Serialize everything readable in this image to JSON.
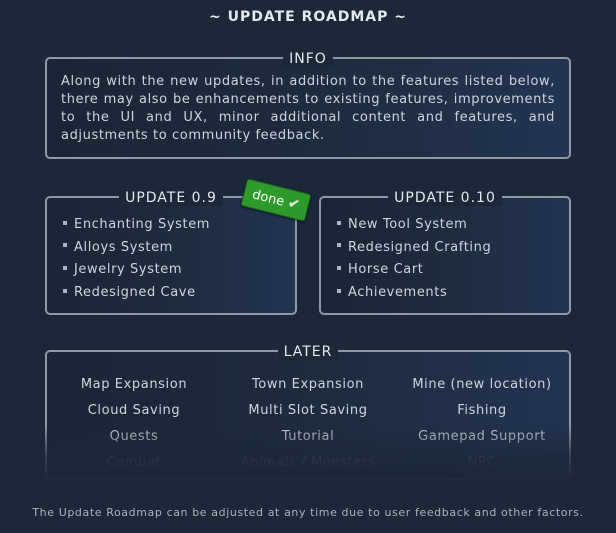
{
  "title": "~ UPDATE ROADMAP ~",
  "info": {
    "heading": "INFO",
    "text": "Along with the new updates, in addition to the features listed below, there may also be enhancements to existing features, improvements to the UI and UX, minor additional content and features, and adjustments to community feedback."
  },
  "update_09": {
    "heading": "UPDATE 0.9",
    "badge": "done",
    "badge_icon": "checkmark-icon",
    "items": [
      "Enchanting System",
      "Alloys System",
      "Jewelry System",
      "Redesigned Cave"
    ]
  },
  "update_010": {
    "heading": "UPDATE 0.10",
    "items": [
      "New Tool System",
      "Redesigned Crafting",
      "Horse Cart",
      "Achievements"
    ]
  },
  "later": {
    "heading": "LATER",
    "rows": [
      [
        "Map Expansion",
        "Town Expansion",
        "Mine (new location)"
      ],
      [
        "Cloud Saving",
        "Multi Slot Saving",
        "Fishing"
      ],
      [
        "Quests",
        "Tutorial",
        "Gamepad Support"
      ],
      [
        "Combat",
        "Animals / Monsters",
        "NPC"
      ]
    ]
  },
  "footnote": "The Update Roadmap can be adjusted at any time due to user feedback and other factors.",
  "colors": {
    "background": "#1c2838",
    "panel_border": "#8d99a4",
    "badge_green": "#2e9a2c",
    "text": "#cdd6de"
  }
}
